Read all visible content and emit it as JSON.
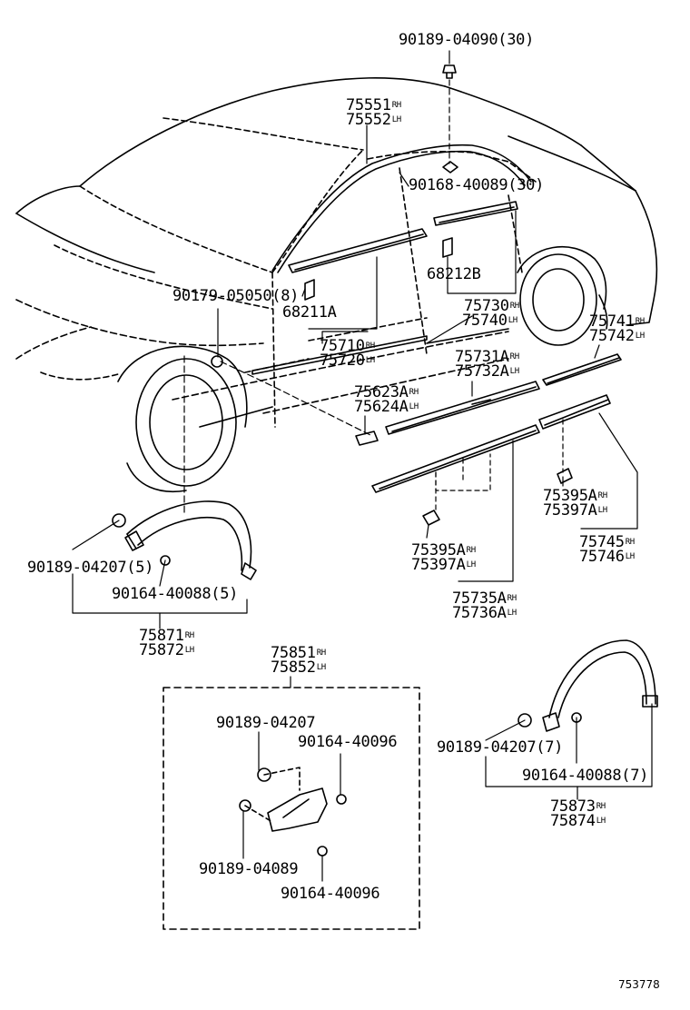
{
  "figure_number": "753778",
  "callouts": [
    {
      "id": "c01",
      "part": "90189-04090",
      "qty": "(30)",
      "suffix": ""
    },
    {
      "id": "c02",
      "part": "75551",
      "qty": "",
      "suffix": "RH"
    },
    {
      "id": "c03",
      "part": "75552",
      "qty": "",
      "suffix": "LH"
    },
    {
      "id": "c04",
      "part": "90168-40089",
      "qty": "(30)",
      "suffix": ""
    },
    {
      "id": "c05",
      "part": "68212B",
      "qty": "",
      "suffix": ""
    },
    {
      "id": "c06",
      "part": "90179-05050",
      "qty": "(8)",
      "suffix": ""
    },
    {
      "id": "c07",
      "part": "68211A",
      "qty": "",
      "suffix": ""
    },
    {
      "id": "c08",
      "part": "75730",
      "qty": "",
      "suffix": "RH"
    },
    {
      "id": "c09",
      "part": "75740",
      "qty": "",
      "suffix": "LH"
    },
    {
      "id": "c10",
      "part": "75741",
      "qty": "",
      "suffix": "RH"
    },
    {
      "id": "c11",
      "part": "75742",
      "qty": "",
      "suffix": "LH"
    },
    {
      "id": "c12",
      "part": "75710",
      "qty": "",
      "suffix": "RH"
    },
    {
      "id": "c13",
      "part": "75720",
      "qty": "",
      "suffix": "LH"
    },
    {
      "id": "c14",
      "part": "75731A",
      "qty": "",
      "suffix": "RH"
    },
    {
      "id": "c15",
      "part": "75732A",
      "qty": "",
      "suffix": "LH"
    },
    {
      "id": "c16",
      "part": "75623A",
      "qty": "",
      "suffix": "RH"
    },
    {
      "id": "c17",
      "part": "75624A",
      "qty": "",
      "suffix": "LH"
    },
    {
      "id": "c18",
      "part": "75395A",
      "qty": "",
      "suffix": "RH"
    },
    {
      "id": "c19",
      "part": "75397A",
      "qty": "",
      "suffix": "LH"
    },
    {
      "id": "c20",
      "part": "75745",
      "qty": "",
      "suffix": "RH"
    },
    {
      "id": "c21",
      "part": "75746",
      "qty": "",
      "suffix": "LH"
    },
    {
      "id": "c22",
      "part": "90189-04207",
      "qty": "(5)",
      "suffix": ""
    },
    {
      "id": "c23",
      "part": "90164-40088",
      "qty": "(5)",
      "suffix": ""
    },
    {
      "id": "c24",
      "part": "75395A",
      "qty": "",
      "suffix": "RH"
    },
    {
      "id": "c25",
      "part": "75397A",
      "qty": "",
      "suffix": "LH"
    },
    {
      "id": "c26",
      "part": "75735A",
      "qty": "",
      "suffix": "RH"
    },
    {
      "id": "c27",
      "part": "75736A",
      "qty": "",
      "suffix": "LH"
    },
    {
      "id": "c28",
      "part": "75871",
      "qty": "",
      "suffix": "RH"
    },
    {
      "id": "c29",
      "part": "75872",
      "qty": "",
      "suffix": "LH"
    },
    {
      "id": "c30",
      "part": "75851",
      "qty": "",
      "suffix": "RH"
    },
    {
      "id": "c31",
      "part": "75852",
      "qty": "",
      "suffix": "LH"
    },
    {
      "id": "c32",
      "part": "90189-04207",
      "qty": "",
      "suffix": ""
    },
    {
      "id": "c33",
      "part": "90164-40096",
      "qty": "",
      "suffix": ""
    },
    {
      "id": "c34",
      "part": "90189-04089",
      "qty": "",
      "suffix": ""
    },
    {
      "id": "c35",
      "part": "90164-40096",
      "qty": "",
      "suffix": ""
    },
    {
      "id": "c36",
      "part": "90189-04207",
      "qty": "(7)",
      "suffix": ""
    },
    {
      "id": "c37",
      "part": "90164-40088",
      "qty": "(7)",
      "suffix": ""
    },
    {
      "id": "c38",
      "part": "75873",
      "qty": "",
      "suffix": "RH"
    },
    {
      "id": "c39",
      "part": "75874",
      "qty": "",
      "suffix": "LH"
    }
  ]
}
